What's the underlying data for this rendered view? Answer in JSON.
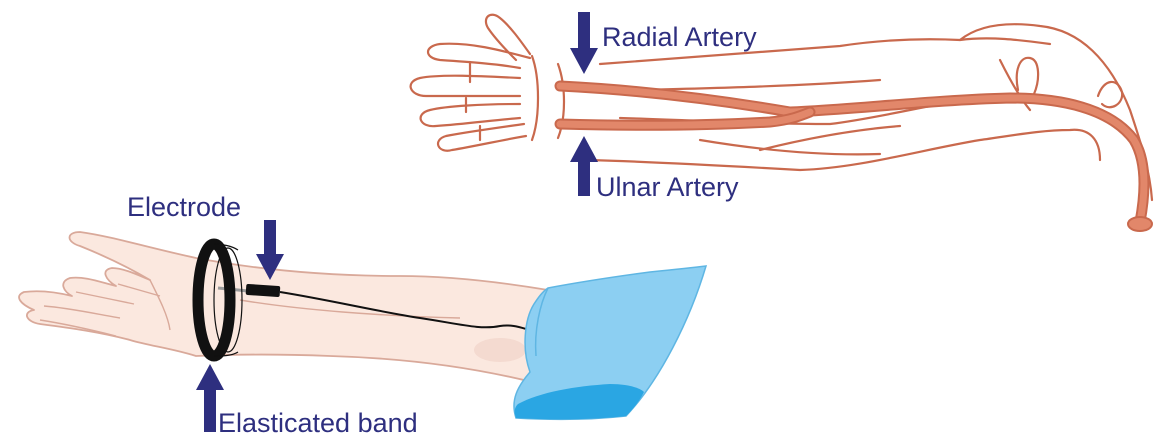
{
  "labels": {
    "radial_artery": "Radial Artery",
    "ulnar_artery": "Ulnar Artery",
    "electrode": "Electrode",
    "elasticated_band": "Elasticated band"
  },
  "colors": {
    "label_text": "#2e2f7f",
    "pointer_arrow": "#2e2f7f",
    "artery_fill": "#e2876a",
    "artery_outline": "#c9694d",
    "skin_fill": "#fbe8df",
    "skin_outline": "#d9a99a",
    "band": "#111111",
    "sleeve_light": "#8ccff2",
    "sleeve_dark": "#2aa6e3"
  },
  "icons": {
    "pointer": "arrow-icon",
    "anatomy": "arm-artery-icon",
    "arm": "forearm-icon"
  }
}
